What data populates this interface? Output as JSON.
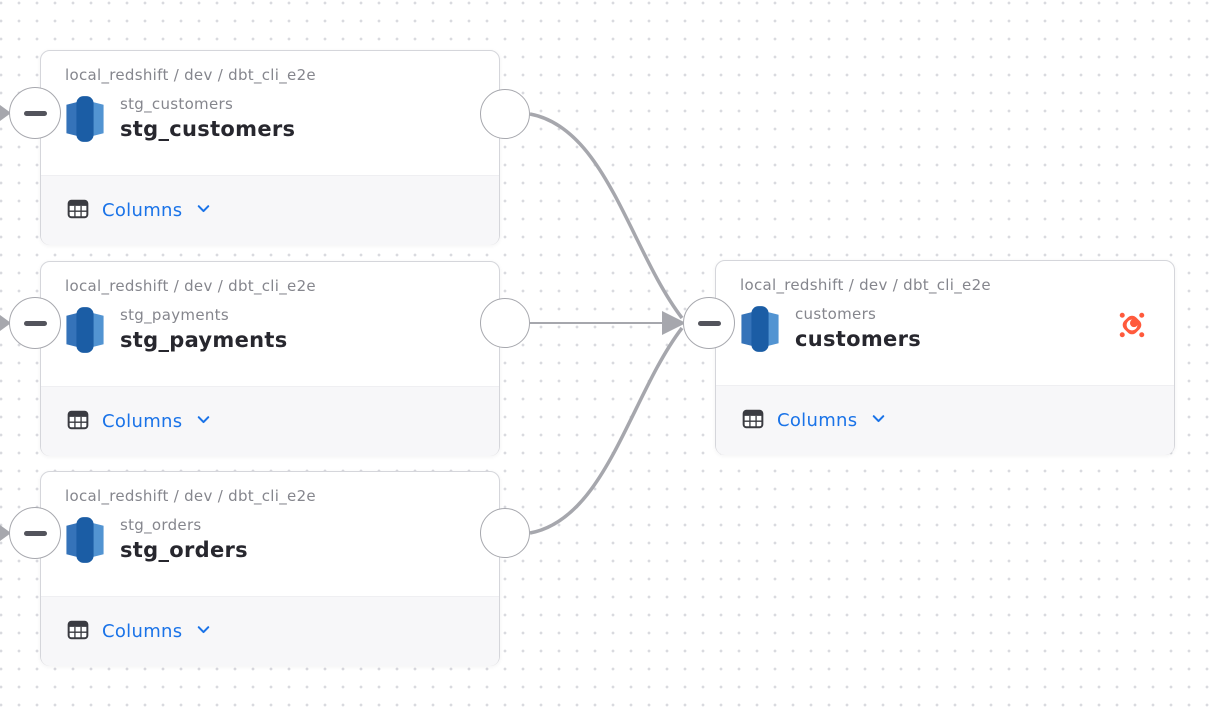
{
  "view": {
    "type": "data-lineage-canvas"
  },
  "colors": {
    "accent_blue": "#1a73e8",
    "edge_gray": "#a6a7ad",
    "connector_border": "#a7a8ae",
    "minus_bar": "#53545c",
    "node_border": "#d5d6db",
    "footer_bg": "#f7f7f9",
    "dbt_orange": "#ff5a3c",
    "redshift_dark": "#1b5da5",
    "redshift_mid": "#3573b9",
    "redshift_light": "#5294d2",
    "text_primary": "#27272e",
    "text_secondary": "#85868d",
    "dot_grid": "#d9dadf"
  },
  "nodes": [
    {
      "id": "stg_customers",
      "breadcrumb": "local_redshift / dev / dbt_cli_e2e",
      "subtitle": "stg_customers",
      "title": "stg_customers",
      "columns_label": "Columns",
      "source_icon": "redshift-icon"
    },
    {
      "id": "stg_payments",
      "breadcrumb": "local_redshift / dev / dbt_cli_e2e",
      "subtitle": "stg_payments",
      "title": "stg_payments",
      "columns_label": "Columns",
      "source_icon": "redshift-icon"
    },
    {
      "id": "stg_orders",
      "breadcrumb": "local_redshift / dev / dbt_cli_e2e",
      "subtitle": "stg_orders",
      "title": "stg_orders",
      "columns_label": "Columns",
      "source_icon": "redshift-icon"
    },
    {
      "id": "customers",
      "breadcrumb": "local_redshift / dev / dbt_cli_e2e",
      "subtitle": "customers",
      "title": "customers",
      "columns_label": "Columns",
      "source_icon": "redshift-icon",
      "badge_icon": "dbt-icon"
    }
  ],
  "edges": [
    {
      "from": "stg_customers",
      "to": "customers"
    },
    {
      "from": "stg_payments",
      "to": "customers"
    },
    {
      "from": "stg_orders",
      "to": "customers"
    },
    {
      "from": "offscreen-left",
      "to": "stg_customers"
    },
    {
      "from": "offscreen-left",
      "to": "stg_payments"
    },
    {
      "from": "offscreen-left",
      "to": "stg_orders"
    }
  ]
}
